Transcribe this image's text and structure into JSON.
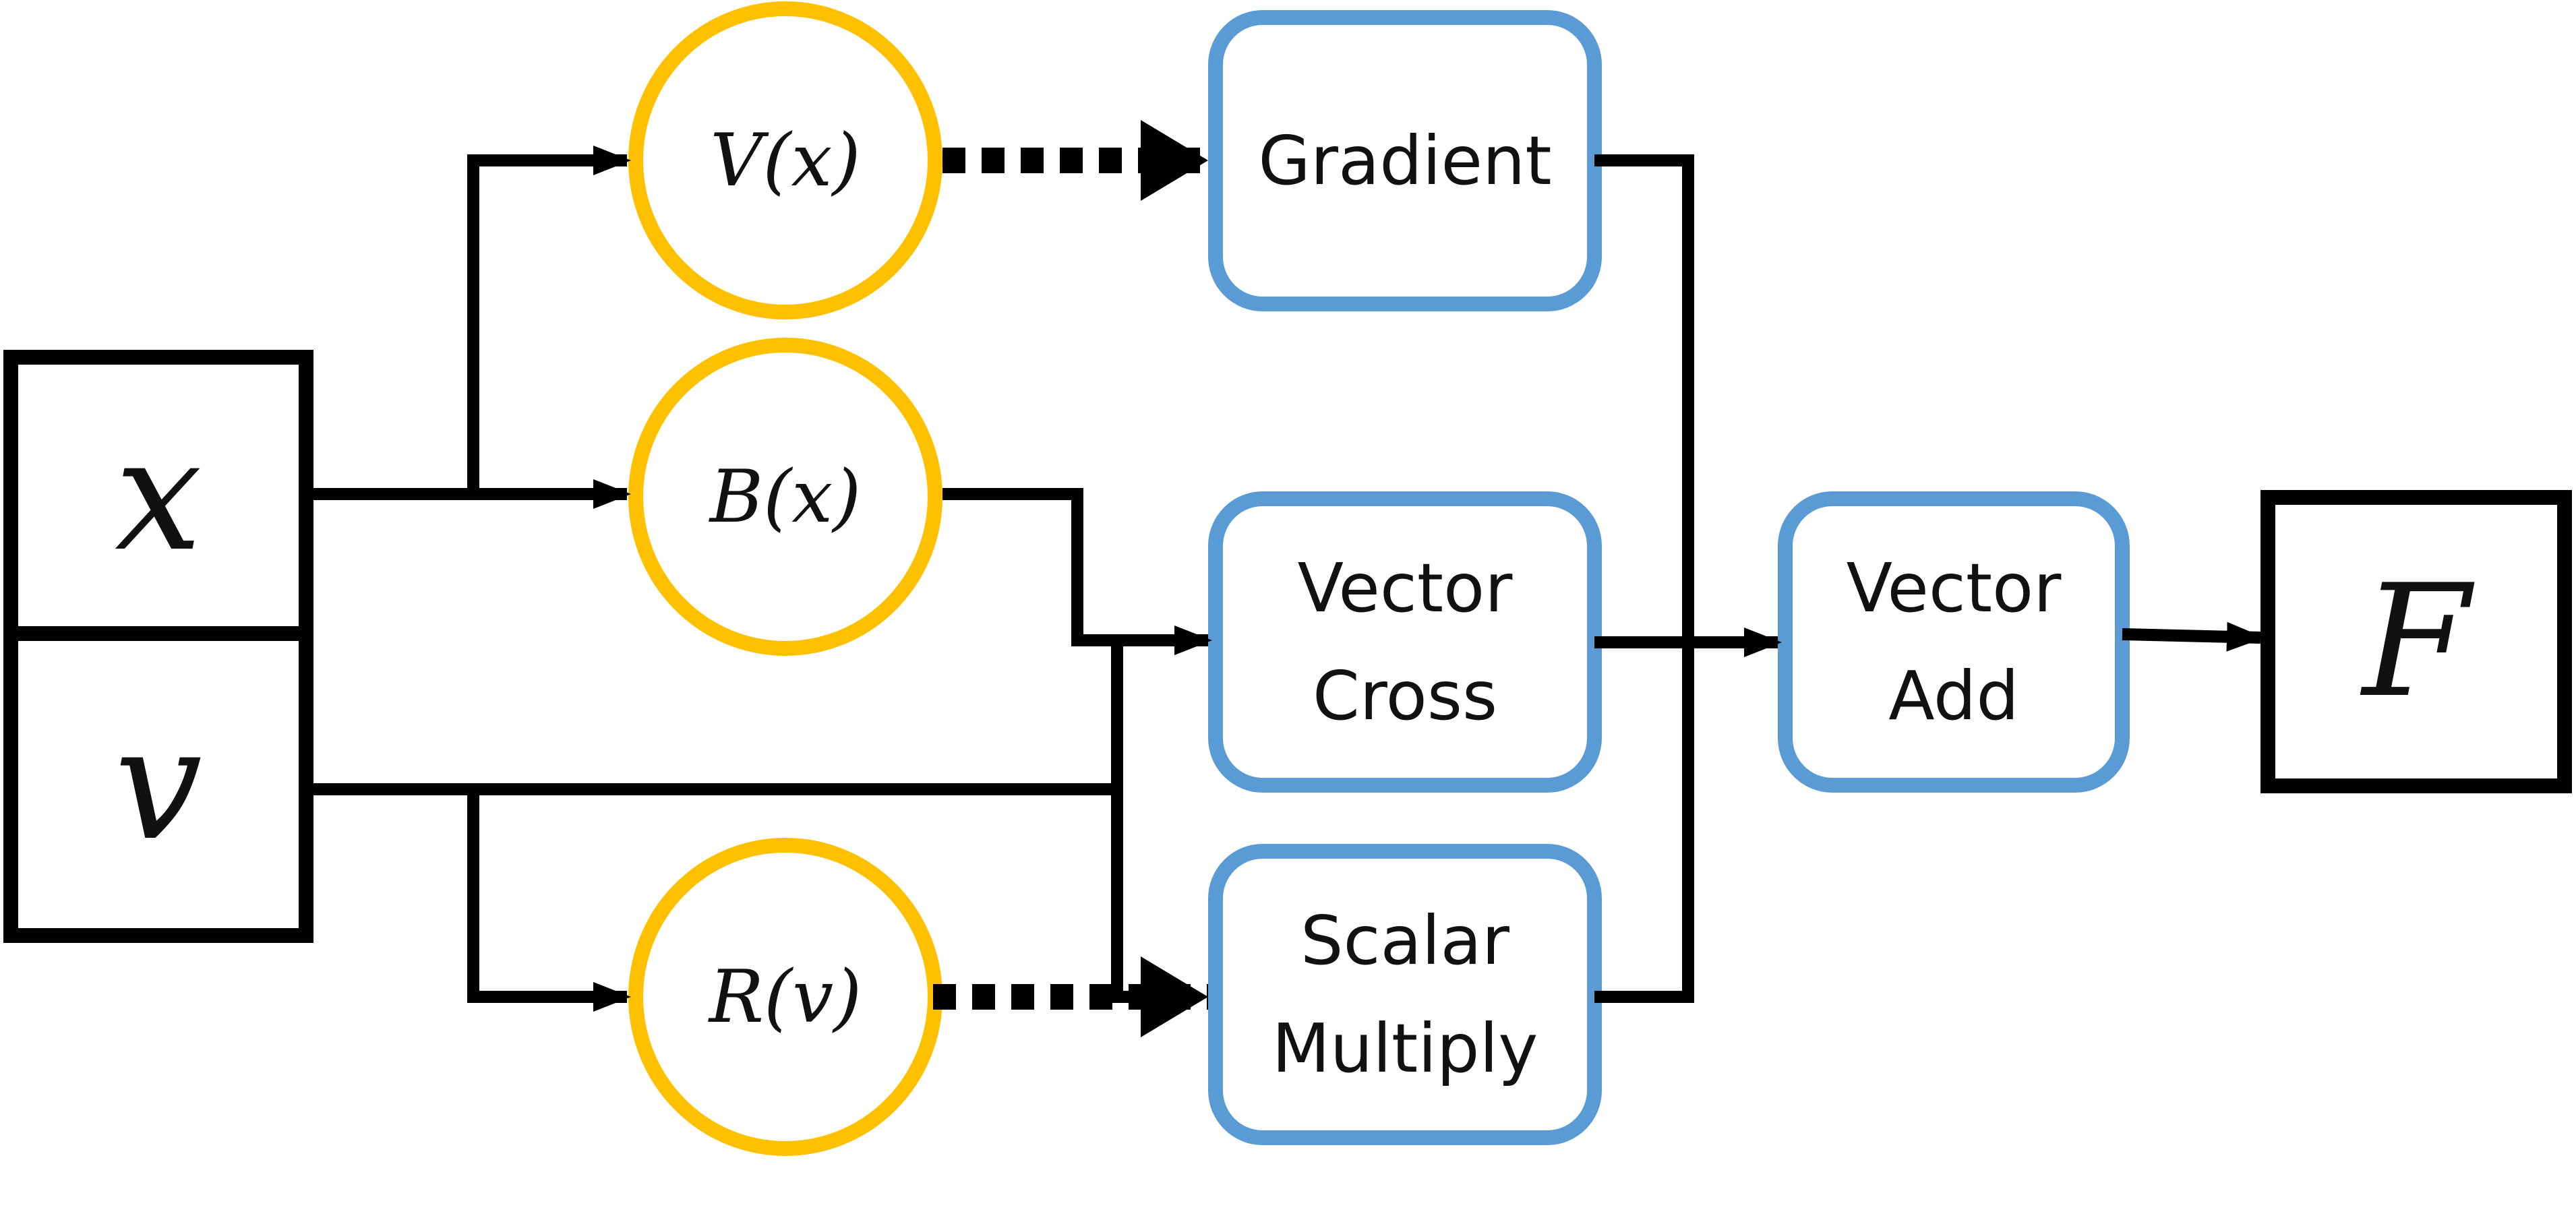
{
  "colors": {
    "line": "#000000",
    "function_node_border": "#ffc000",
    "operation_box_border": "#5b9bd5",
    "io_box_border": "#000000",
    "background": "#ffffff"
  },
  "inputs": {
    "position": "x",
    "velocity": "v"
  },
  "function_nodes": {
    "potential": "V(x)",
    "magnetic": "B(x)",
    "resistance": "R(v)"
  },
  "operations": {
    "gradient": {
      "lines": [
        "Gradient"
      ]
    },
    "vector_cross": {
      "lines": [
        "Vector",
        "Cross"
      ]
    },
    "scalar_multiply": {
      "lines": [
        "Scalar",
        "Multiply"
      ]
    },
    "vector_add": {
      "lines": [
        "Vector",
        "Add"
      ]
    }
  },
  "output": {
    "force": "F"
  }
}
